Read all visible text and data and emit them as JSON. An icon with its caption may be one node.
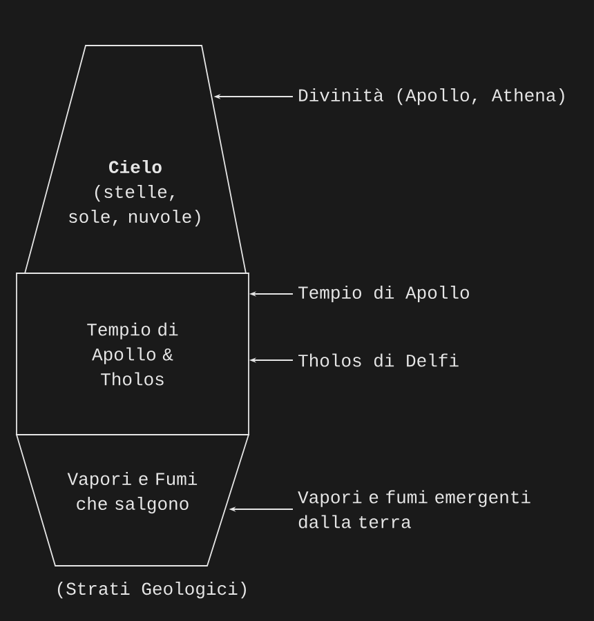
{
  "diagram": {
    "nodes": [
      {
        "text": [
          "**Cielo** (stelle, sole, nuvole)"
        ]
      },
      {
        "text": [
          "Tempio di Apollo & Tholos"
        ]
      },
      {
        "text": [
          "Vapori e Fumi che salgono"
        ]
      },
      {
        "text": [
          "Divinità (Apollo, Athena)"
        ]
      },
      {
        "text": [
          "Tempio di Apollo"
        ]
      },
      {
        "text": [
          "Tholos di Delfi"
        ]
      },
      {
        "text": [
          "Vapori e fumi emergenti dalla terra"
        ]
      }
    ],
    "edges": [
      {
        "from": 3,
        "to": 0,
        "arrow": "to"
      },
      {
        "from": 4,
        "to": 1,
        "arrow": "to"
      },
      {
        "from": 5,
        "to": 1,
        "arrow": "to"
      },
      {
        "from": 6,
        "to": 2,
        "arrow": "to"
      }
    ],
    "labels": [
      "(Strati Geologici)"
    ]
  }
}
